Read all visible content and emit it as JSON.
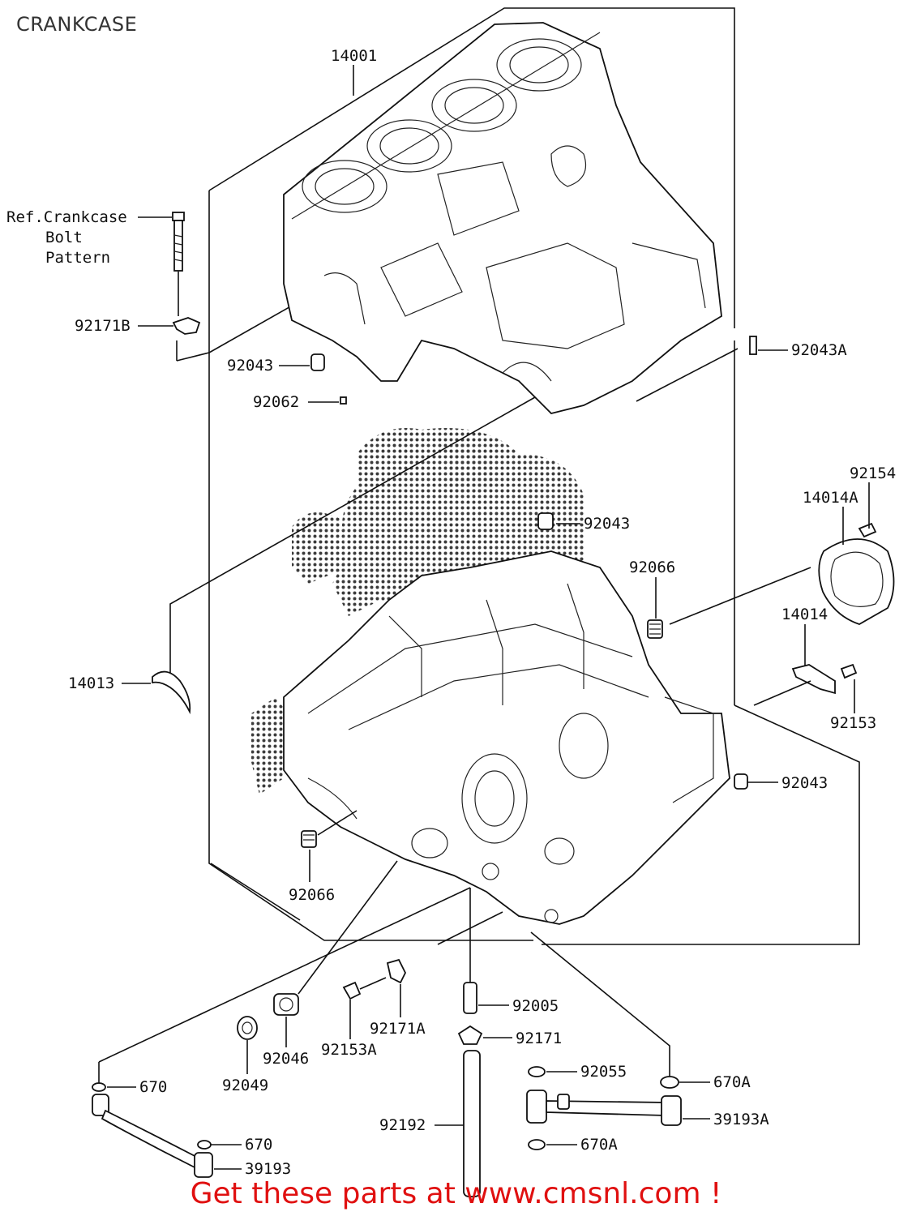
{
  "title": "CRANKCASE",
  "footer": "Get these parts at www.cmsnl.com !",
  "colors": {
    "footer": "#e01010",
    "line": "#111111",
    "title": "#333333"
  },
  "callouts": {
    "p14001": "14001",
    "ref1": "Ref.Crankcase",
    "ref2": "Bolt",
    "ref3": "Pattern",
    "p92171B": "92171B",
    "p92062": "92062",
    "p92043A": "92043A",
    "p92154": "92154",
    "p14014A": "14014A",
    "p92043_top": "92043",
    "p92066_right": "92066",
    "p92043_left": "92043",
    "p14014": "14014",
    "p14013": "14013",
    "p92153": "92153",
    "p92043_right": "92043",
    "p92066_left": "92066",
    "p92005": "92005",
    "p92171A": "92171A",
    "p92171": "92171",
    "p92046": "92046",
    "p92153A": "92153A",
    "p92055": "92055",
    "p670A_top": "670A",
    "p670_top": "670",
    "p92049": "92049",
    "p39193A": "39193A",
    "p92192": "92192",
    "p670_bottom": "670",
    "p670A_bottom": "670A",
    "p39193": "39193"
  }
}
